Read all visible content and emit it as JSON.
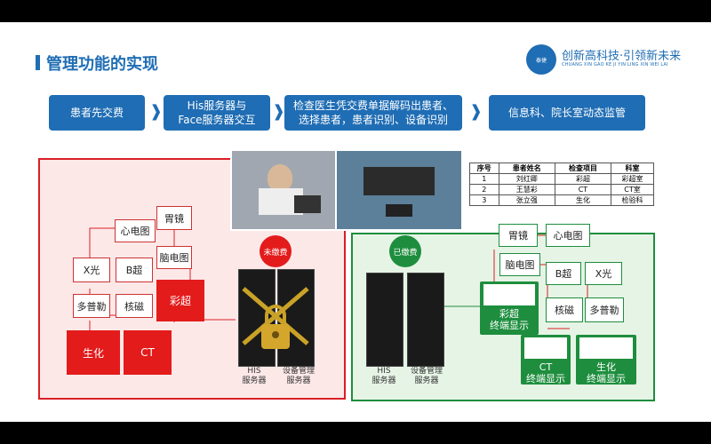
{
  "title": "管理功能的实现",
  "logo": {
    "cn": "创新高科技·引领新未来",
    "en": "CHUANG XIN GAO KE JI YIN LING XIN WEI LAI",
    "badge": "泰捷"
  },
  "steps": [
    "患者先交费",
    "His服务器与\nFace服务器交互",
    "检查医生凭交费单据解码出患者、\n选择患者，患者识别、设备识别",
    "信息科、院长室动态监管"
  ],
  "table": {
    "headers": [
      "序号",
      "患者姓名",
      "检查项目",
      "科室"
    ],
    "rows": [
      [
        "1",
        "刘红卿",
        "彩超",
        "彩超室"
      ],
      [
        "2",
        "王慧彩",
        "CT",
        "CT室"
      ],
      [
        "3",
        "张立强",
        "生化",
        "检验科"
      ]
    ]
  },
  "unpaid": {
    "badge": "未缴费",
    "boxes": [
      "胃镜",
      "心电图",
      "脑电图",
      "X光",
      "B超",
      "彩超",
      "多普勒",
      "核磁",
      "生化",
      "CT"
    ]
  },
  "paid": {
    "badge": "已缴费",
    "boxes": [
      "胃镜",
      "心电图",
      "脑电图",
      "B超",
      "X光",
      "核磁",
      "多普勒"
    ],
    "terminals": [
      "彩超\n终端显示",
      "CT\n终端显示",
      "生化\n终端显示"
    ]
  },
  "servers": {
    "his": "HIS\n服务器",
    "device": "设备管理\n服务器"
  },
  "colors": {
    "brand": "#1f6db4",
    "red": "#d91f26",
    "green": "#1e8e3e"
  }
}
